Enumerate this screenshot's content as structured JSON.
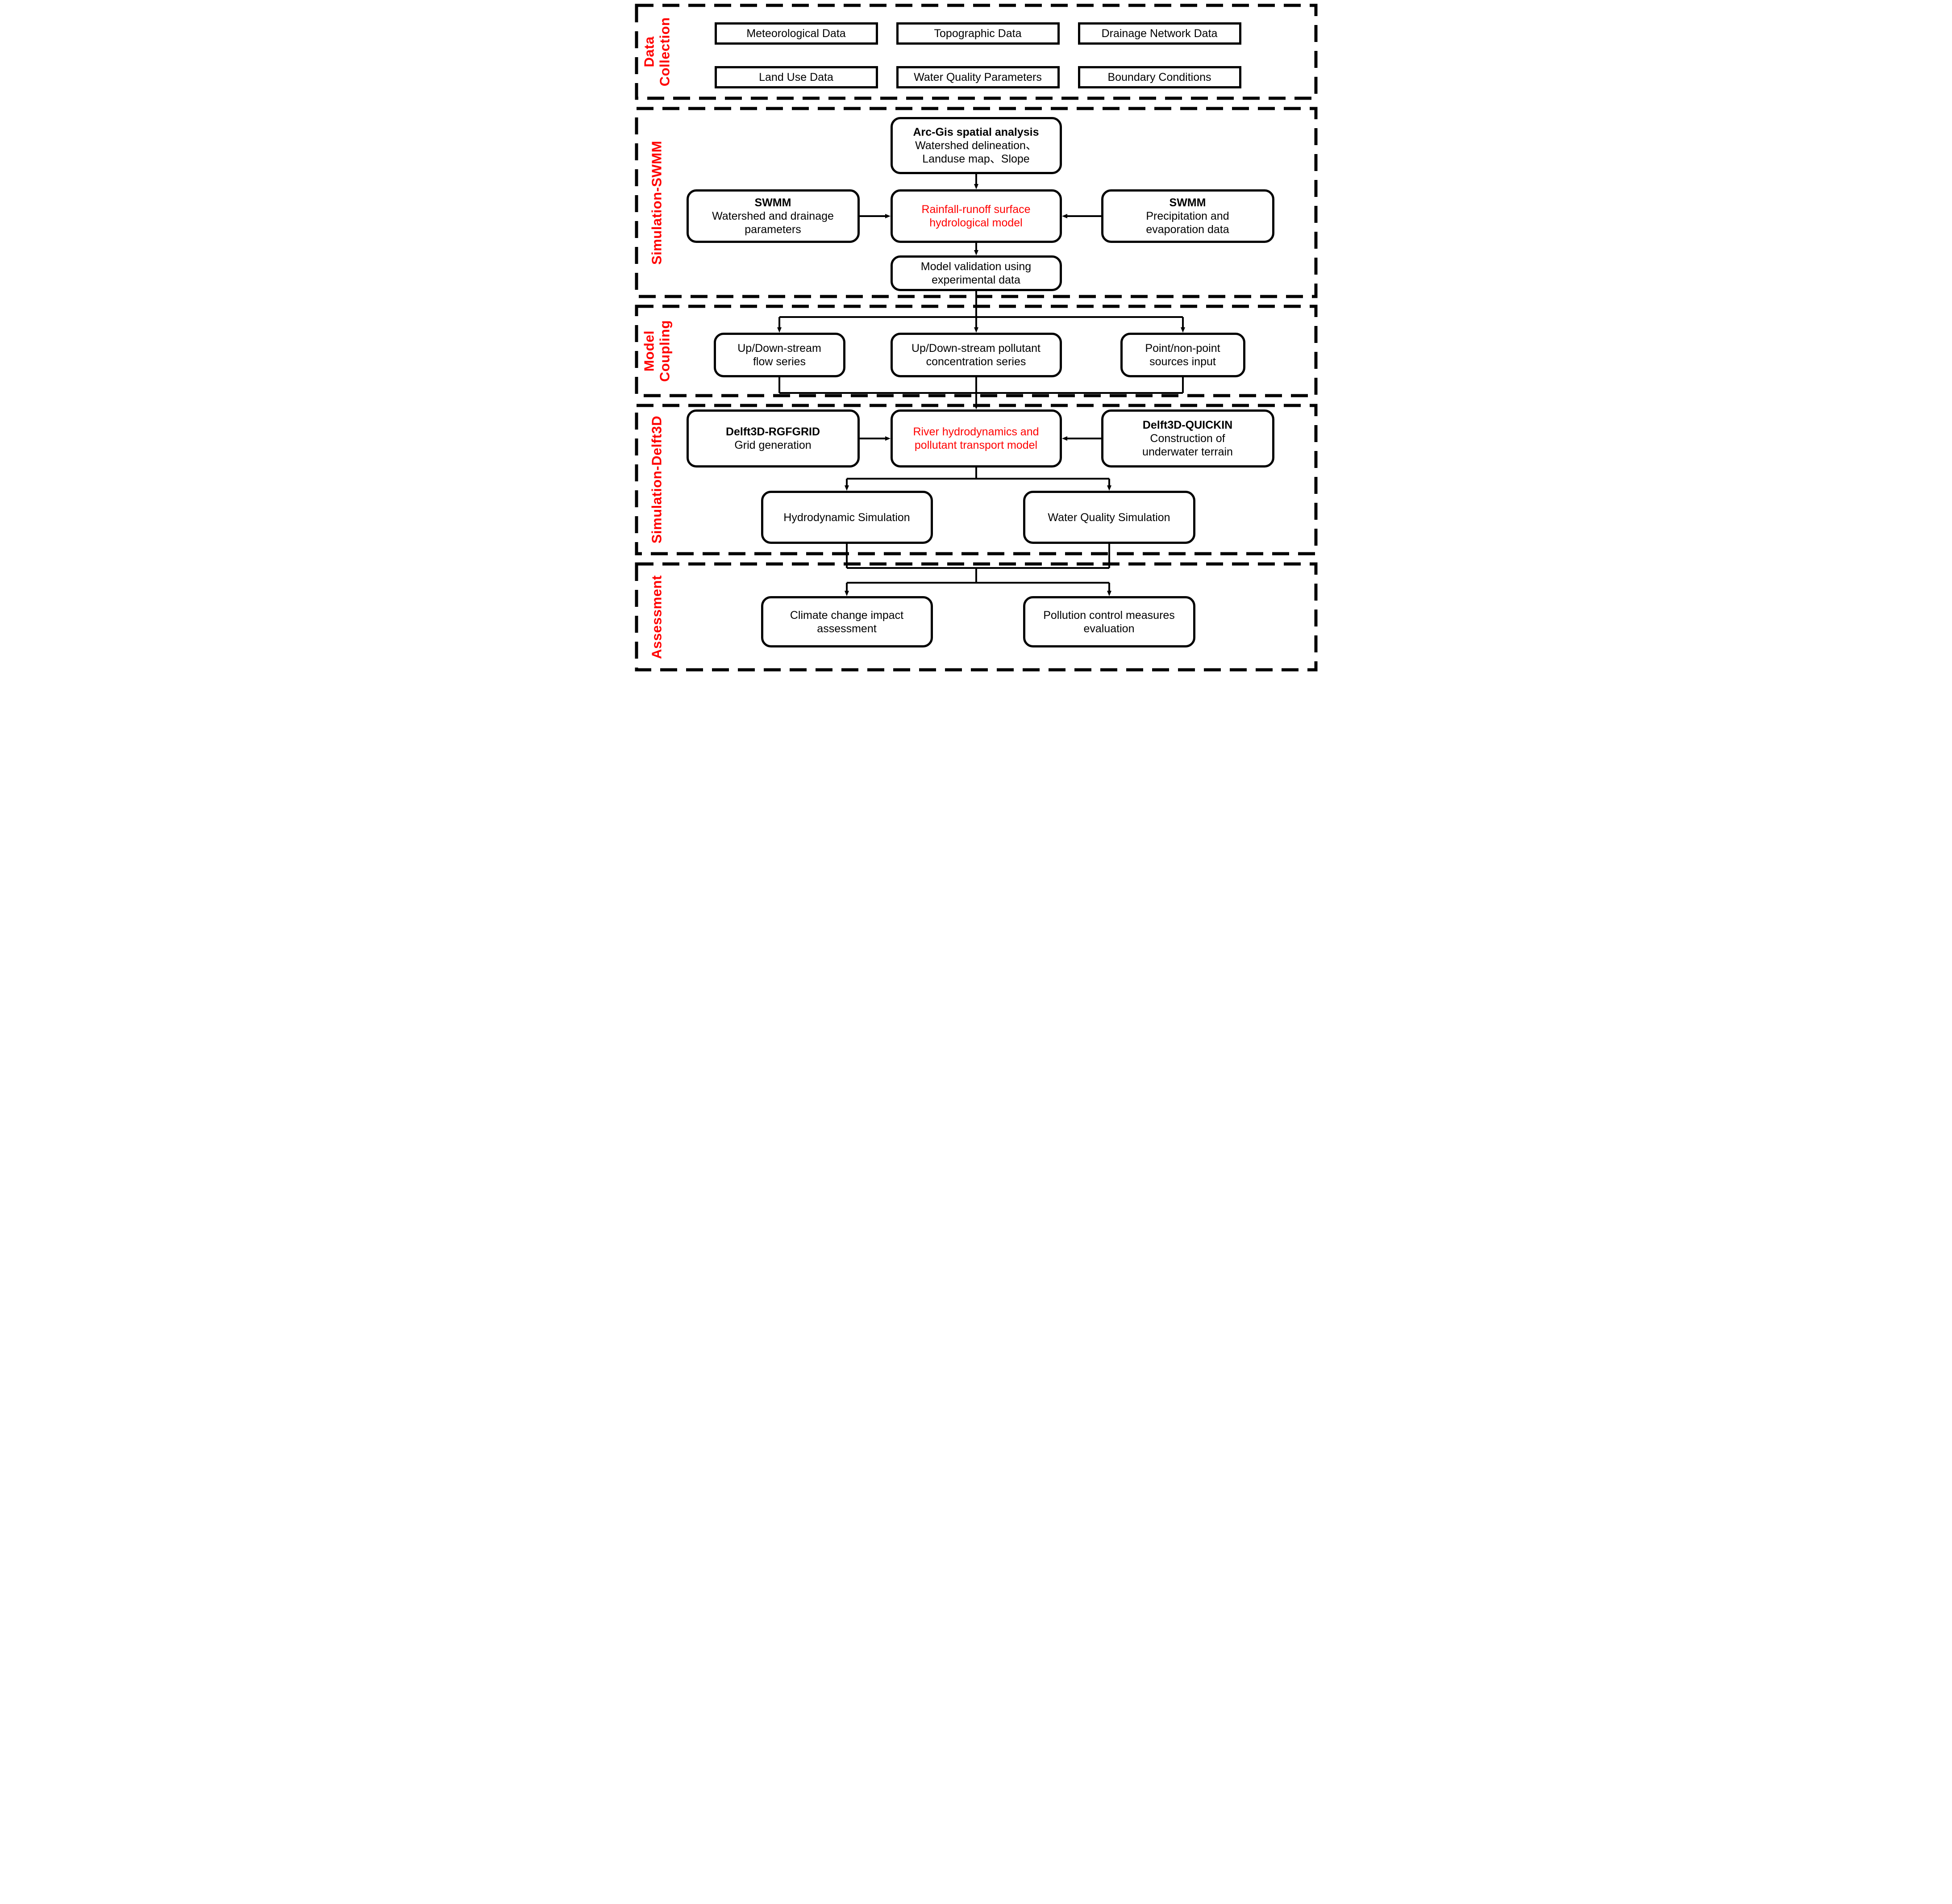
{
  "figure": {
    "type": "flowchart",
    "description_visible": false
  },
  "colors": {
    "accent_red": "#FF0000",
    "line_black": "#000000",
    "background": "#FFFFFF"
  },
  "sections": {
    "data_collection": {
      "label": "Data\nCollection",
      "boxes": {
        "meteorological": "Meteorological Data",
        "topographic": "Topographic Data",
        "drainage_network": "Drainage Network Data",
        "land_use": "Land Use Data",
        "water_quality_parameters": "Water Quality Parameters",
        "boundary_conditions": "Boundary Conditions"
      }
    },
    "simulation_swmm": {
      "label": "Simulation-SWMM",
      "arcgis": {
        "l1": "Arc-Gis spatial analysis",
        "l2": "Watershed delineation、",
        "l3": "Landuse map、Slope"
      },
      "swmm_left": {
        "l1": "SWMM",
        "l2": "Watershed and drainage",
        "l3": "parameters"
      },
      "rainfall_runoff": {
        "l1": "Rainfall-runoff surface",
        "l2": "hydrological model"
      },
      "swmm_right": {
        "l1": "SWMM",
        "l2": "Precipitation and",
        "l3": "evaporation data"
      },
      "validation": {
        "l1": "Model validation using",
        "l2": "experimental data"
      }
    },
    "model_coupling": {
      "label": "Model\nCoupling",
      "flow_series": {
        "l1": "Up/Down-stream",
        "l2": "flow series"
      },
      "pollutant_series": {
        "l1": "Up/Down-stream pollutant",
        "l2": "concentration series"
      },
      "sources_input": {
        "l1": "Point/non-point",
        "l2": "sources input"
      }
    },
    "simulation_delft3d": {
      "label": "Simulation-Delft3D",
      "rgfgrid": {
        "l1": "Delft3D-RGFGRID",
        "l2": "Grid generation"
      },
      "river_model": {
        "l1": "River hydrodynamics and",
        "l2": "pollutant transport model"
      },
      "quickin": {
        "l1": "Delft3D-QUICKIN",
        "l2": "Construction of",
        "l3": "underwater terrain"
      },
      "hydrodynamic": {
        "l1": "Hydrodynamic Simulation"
      },
      "water_quality": {
        "l1": "Water Quality Simulation"
      }
    },
    "assessment": {
      "label": "Assessment",
      "climate": {
        "l1": "Climate change impact",
        "l2": "assessment"
      },
      "pollution": {
        "l1": "Pollution control measures",
        "l2": "evaluation"
      }
    }
  }
}
